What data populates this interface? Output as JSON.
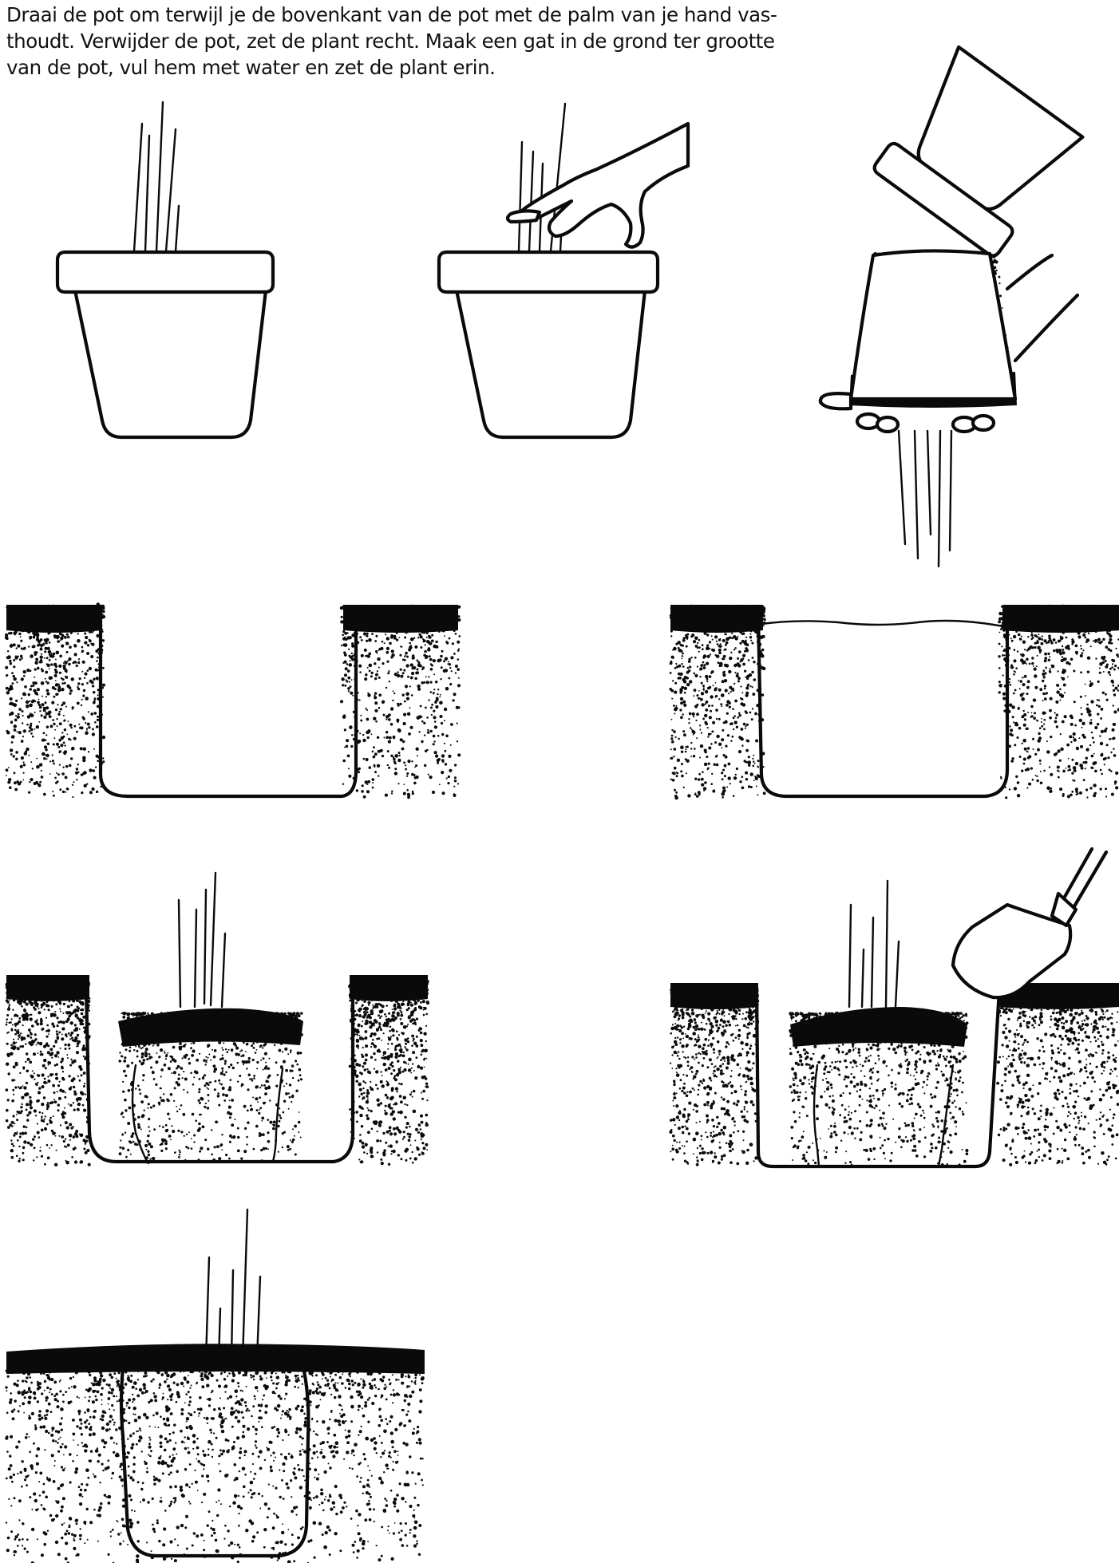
{
  "instructions": {
    "line1": "Draai de pot om terwijl je de bovenkant van de pot met de palm van je hand vas-",
    "line2": "thoudt. Verwijder de pot, zet de plant recht. Maak een gat in de grond ter grootte",
    "line3": "van de pot, vul hem met water en zet de plant erin."
  }
}
